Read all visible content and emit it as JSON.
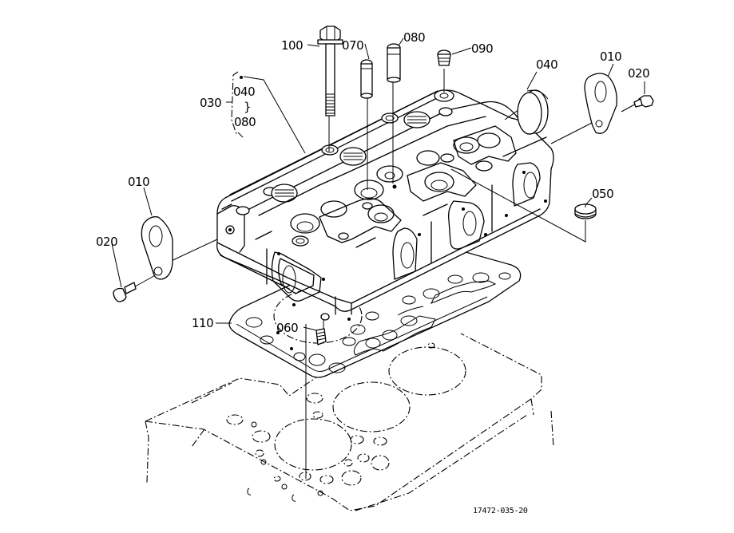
{
  "diagram": {
    "type": "exploded-parts-diagram",
    "subject": "cylinder-head-assembly",
    "drawing_number": "17472-035-20",
    "callouts": [
      {
        "id": "100",
        "label": "100",
        "part": "head-bolt"
      },
      {
        "id": "070",
        "label": "070",
        "part": "valve-guide-short"
      },
      {
        "id": "080a",
        "label": "080",
        "part": "valve-guide-long"
      },
      {
        "id": "090",
        "label": "090",
        "part": "plug"
      },
      {
        "id": "040a",
        "label": "040",
        "part": "core-plug"
      },
      {
        "id": "010a",
        "label": "010",
        "part": "hanger-bracket-right"
      },
      {
        "id": "020a",
        "label": "020",
        "part": "bracket-bolt-right"
      },
      {
        "id": "010b",
        "label": "010",
        "part": "hanger-bracket-left"
      },
      {
        "id": "020b",
        "label": "020",
        "part": "bracket-bolt-left"
      },
      {
        "id": "050",
        "label": "050",
        "part": "cap"
      },
      {
        "id": "110",
        "label": "110",
        "part": "head-gasket"
      },
      {
        "id": "060",
        "label": "060",
        "part": "stud"
      }
    ],
    "assembly_group": {
      "label": "030",
      "range_start": "040",
      "range_sep": "}",
      "range_end": "080"
    }
  }
}
